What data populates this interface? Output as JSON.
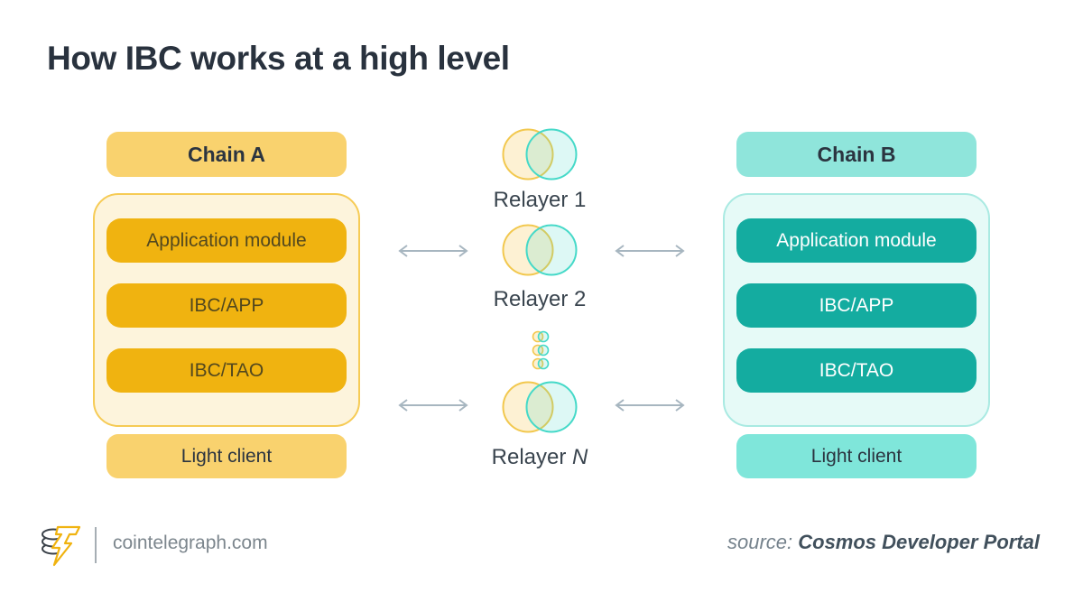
{
  "title": "How IBC works at a high level",
  "chain_a": {
    "label": "Chain A",
    "modules": [
      "Application module",
      "IBC/APP",
      "IBC/TAO"
    ],
    "light_client": "Light client"
  },
  "chain_b": {
    "label": "Chain B",
    "modules": [
      "Application module",
      "IBC/APP",
      "IBC/TAO"
    ],
    "light_client": "Light client"
  },
  "relayers": {
    "relayer_1": "Relayer 1",
    "relayer_2": "Relayer 2",
    "relayer_n_prefix": "Relayer ",
    "relayer_n_suffix": "N",
    "ellipsis_icon": "mini-venn-dots"
  },
  "icons": {
    "relayer": "venn-diagram-icon",
    "arrows": "bidirectional-arrow-icon",
    "logo": "cointelegraph-coins-lightning-logo"
  },
  "colors": {
    "gold_light": "#f9d26e",
    "gold_dark": "#f0b310",
    "gold_container_bg": "#fdf4dc",
    "gold_container_border": "#f6cb55",
    "teal_light": "#8fe5db",
    "teal_dark": "#14aca0",
    "teal_container_bg": "#e6faf7",
    "teal_container_border": "#a9eae2",
    "arrow_gray": "#a7b6c0",
    "title_text": "#29323e",
    "venn_gold_stroke": "#f2c84e",
    "venn_teal_stroke": "#45d9c8"
  },
  "footer": {
    "site": "cointelegraph.com",
    "source_label": "source: ",
    "source_value": "Cosmos Developer Portal"
  }
}
